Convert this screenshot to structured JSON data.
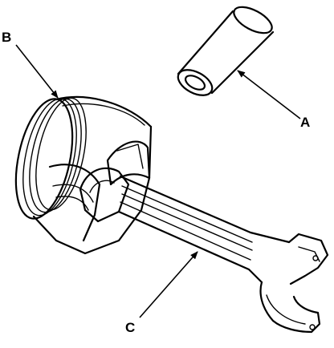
{
  "callouts": {
    "a": "A",
    "b": "B",
    "c": "C"
  },
  "parts": {
    "a": "piston-pin",
    "b": "piston",
    "c": "connecting-rod"
  },
  "colors": {
    "ink": "#000000",
    "paper": "#ffffff"
  }
}
